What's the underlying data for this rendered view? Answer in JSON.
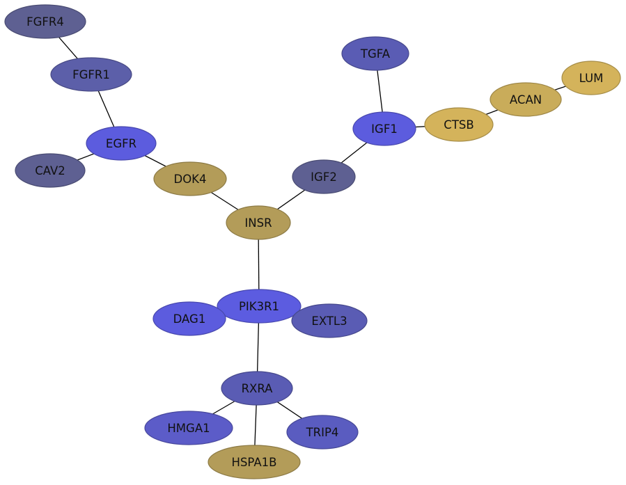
{
  "colors": {
    "dark_slate": "#5e6092",
    "slate_blue": "#5a5cb4",
    "bright_blue": "#5c5cde",
    "olive": "#b39c59",
    "gold": "#d4b35b"
  },
  "nodes": [
    {
      "id": "FGFR4",
      "label": "FGFR4",
      "color": "#5e6092"
    },
    {
      "id": "FGFR1",
      "label": "FGFR1",
      "color": "#5c5fa9"
    },
    {
      "id": "EGFR",
      "label": "EGFR",
      "color": "#5c5cde"
    },
    {
      "id": "CAV2",
      "label": "CAV2",
      "color": "#5e6092"
    },
    {
      "id": "DOK4",
      "label": "DOK4",
      "color": "#b39c59"
    },
    {
      "id": "INSR",
      "label": "INSR",
      "color": "#b39c59"
    },
    {
      "id": "IGF2",
      "label": "IGF2",
      "color": "#5e6092"
    },
    {
      "id": "IGF1",
      "label": "IGF1",
      "color": "#5c5cde"
    },
    {
      "id": "TGFA",
      "label": "TGFA",
      "color": "#5a5cb4"
    },
    {
      "id": "CTSB",
      "label": "CTSB",
      "color": "#d4b35b"
    },
    {
      "id": "ACAN",
      "label": "ACAN",
      "color": "#c9ac5a"
    },
    {
      "id": "LUM",
      "label": "LUM",
      "color": "#d4b35b"
    },
    {
      "id": "PIK3R1",
      "label": "PIK3R1",
      "color": "#5c5ce0"
    },
    {
      "id": "DAG1",
      "label": "DAG1",
      "color": "#5c5cde"
    },
    {
      "id": "EXTL3",
      "label": "EXTL3",
      "color": "#5a5cb4"
    },
    {
      "id": "RXRA",
      "label": "RXRA",
      "color": "#5a5cb4"
    },
    {
      "id": "HMGA1",
      "label": "HMGA1",
      "color": "#5c5cc8"
    },
    {
      "id": "TRIP4",
      "label": "TRIP4",
      "color": "#5a5cc0"
    },
    {
      "id": "HSPA1B",
      "label": "HSPA1B",
      "color": "#b39c59"
    }
  ],
  "edges": [
    [
      "FGFR4",
      "FGFR1"
    ],
    [
      "FGFR1",
      "EGFR"
    ],
    [
      "EGFR",
      "CAV2"
    ],
    [
      "EGFR",
      "DOK4"
    ],
    [
      "DOK4",
      "INSR"
    ],
    [
      "INSR",
      "IGF2"
    ],
    [
      "IGF2",
      "IGF1"
    ],
    [
      "IGF1",
      "TGFA"
    ],
    [
      "IGF1",
      "CTSB"
    ],
    [
      "CTSB",
      "ACAN"
    ],
    [
      "ACAN",
      "LUM"
    ],
    [
      "INSR",
      "PIK3R1"
    ],
    [
      "PIK3R1",
      "RXRA"
    ],
    [
      "RXRA",
      "HMGA1"
    ],
    [
      "RXRA",
      "TRIP4"
    ],
    [
      "RXRA",
      "HSPA1B"
    ]
  ]
}
